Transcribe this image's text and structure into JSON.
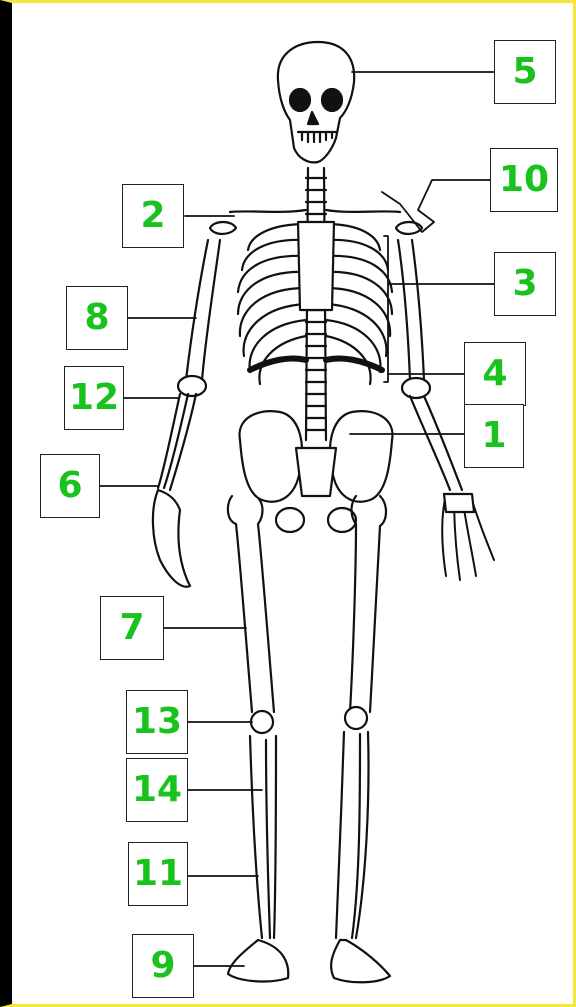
{
  "diagram": {
    "label_color": "#19c21d",
    "labels": {
      "n5": "5",
      "n10": "10",
      "n2": "2",
      "n3": "3",
      "n8": "8",
      "n4": "4",
      "n12": "12",
      "n1": "1",
      "n6": "6",
      "n7": "7",
      "n13": "13",
      "n14": "14",
      "n11": "11",
      "n9": "9"
    }
  }
}
